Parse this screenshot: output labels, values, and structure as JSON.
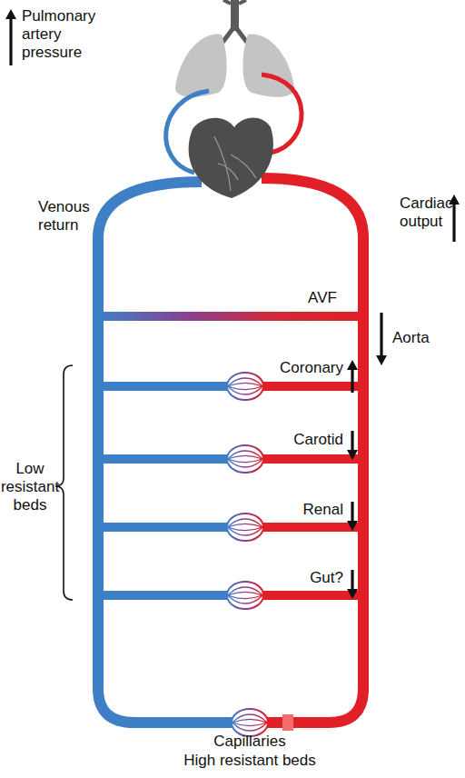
{
  "diagram": {
    "labels": [
      "Pulmonary artery pressure",
      "Venous return",
      "Cardiac output",
      "AVF",
      "Aorta",
      "Coronary",
      "Carotid",
      "Renal",
      "Gut?",
      "Low resistant beds",
      "Capillaries",
      "High resistant beds"
    ]
  }
}
